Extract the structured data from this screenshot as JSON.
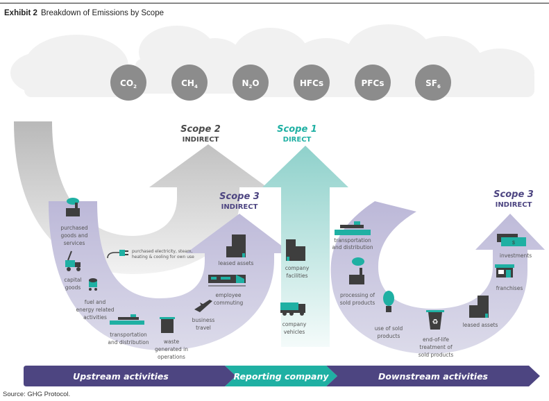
{
  "header": {
    "exhibit_label": "Exhibit 2",
    "title": "Breakdown of Emissions by Scope"
  },
  "gases": [
    {
      "symbol": "CO",
      "sub": "2"
    },
    {
      "symbol": "CH",
      "sub": "4"
    },
    {
      "symbol": "N",
      "sub": "2",
      "suffix": "O"
    },
    {
      "symbol": "HFCs",
      "sub": ""
    },
    {
      "symbol": "PFCs",
      "sub": ""
    },
    {
      "symbol": "SF",
      "sub": "6"
    }
  ],
  "scopes": {
    "scope2": {
      "title": "Scope 2",
      "subtitle": "INDIRECT"
    },
    "scope1": {
      "title": "Scope 1",
      "subtitle": "DIRECT"
    },
    "scope3_upstream": {
      "title": "Scope 3",
      "subtitle": "INDIRECT"
    },
    "scope3_downstream": {
      "title": "Scope 3",
      "subtitle": "INDIRECT"
    }
  },
  "scope2_item": {
    "line1": "purchased electricity, steam,",
    "line2": "heating & cooling for own use"
  },
  "upstream_items": [
    {
      "icon": "factory-icon",
      "lines": [
        "purchased",
        "goods and",
        "services"
      ]
    },
    {
      "icon": "crane-truck-icon",
      "lines": [
        "capital",
        "goods"
      ]
    },
    {
      "icon": "coal-cart-icon",
      "lines": [
        "fuel and",
        "energy related",
        "activities"
      ]
    },
    {
      "icon": "ship-icon",
      "lines": [
        "transportation",
        "and distribution"
      ]
    },
    {
      "icon": "dumpster-icon",
      "lines": [
        "waste",
        "generated in",
        "operations"
      ]
    },
    {
      "icon": "airplane-icon",
      "lines": [
        "business",
        "travel"
      ]
    },
    {
      "icon": "train-icon",
      "lines": [
        "employee",
        "commuting"
      ]
    },
    {
      "icon": "building-icon",
      "lines": [
        "leased assets"
      ]
    }
  ],
  "direct_items": [
    {
      "icon": "building-icon",
      "lines": [
        "company",
        "facilities"
      ]
    },
    {
      "icon": "truck-icon",
      "lines": [
        "company",
        "vehicles"
      ]
    }
  ],
  "downstream_items": [
    {
      "icon": "ship-icon",
      "lines": [
        "transportation",
        "and distribution"
      ]
    },
    {
      "icon": "factory-icon",
      "lines": [
        "processing of",
        "sold products"
      ]
    },
    {
      "icon": "light-bulb-icon",
      "lines": [
        "use of sold",
        "products"
      ]
    },
    {
      "icon": "recycle-bin-icon",
      "lines": [
        "end-of-life",
        "treatment of",
        "sold products"
      ]
    },
    {
      "icon": "building-icon",
      "lines": [
        "leased assets"
      ]
    },
    {
      "icon": "storefront-icon",
      "lines": [
        "franchises"
      ]
    },
    {
      "icon": "money-icon",
      "lines": [
        "investments"
      ]
    }
  ],
  "band": {
    "upstream": "Upstream activities",
    "reporting": "Reporting company",
    "downstream": "Downstream activities"
  },
  "colors": {
    "purple": "#4d4581",
    "teal": "#1fb0a3",
    "lavender": "#cfcde3",
    "gray": "#8c8c8c",
    "dark": "#3e3e3e"
  },
  "footer": {
    "source": "Source: GHG Protocol."
  }
}
